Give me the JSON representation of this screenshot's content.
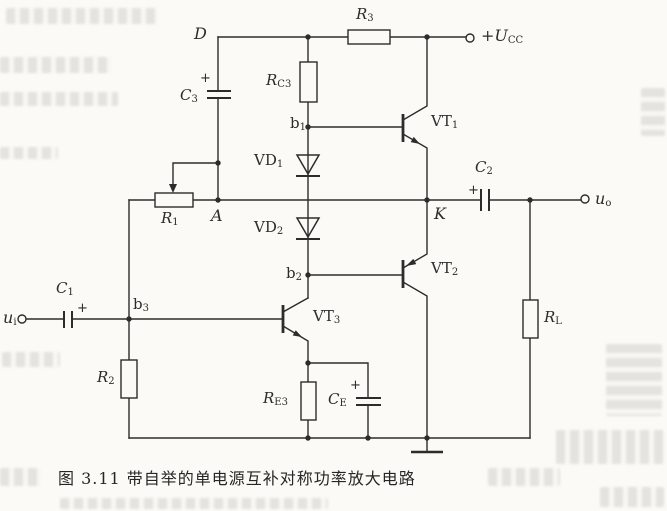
{
  "figure": {
    "caption": "图 3.11  带自举的单电源互补对称功率放大电路"
  },
  "colors": {
    "ink": "#2e2c2a",
    "paper": "#fbfaf6"
  },
  "polarity": "+",
  "components": {
    "r3": {
      "label": "R",
      "sub": "3"
    },
    "rc3": {
      "label": "R",
      "sub": "C3"
    },
    "r1": {
      "label": "R",
      "sub": "1"
    },
    "r2": {
      "label": "R",
      "sub": "2"
    },
    "re3": {
      "label": "R",
      "sub": "E3"
    },
    "rl": {
      "label": "R",
      "sub": "L"
    },
    "c1": {
      "label": "C",
      "sub": "1"
    },
    "c2": {
      "label": "C",
      "sub": "2"
    },
    "c3": {
      "label": "C",
      "sub": "3"
    },
    "ce": {
      "label": "C",
      "sub": "E"
    },
    "vd1": {
      "label": "VD",
      "sub": "1"
    },
    "vd2": {
      "label": "VD",
      "sub": "2"
    },
    "vt1": {
      "label": "VT",
      "sub": "1"
    },
    "vt2": {
      "label": "VT",
      "sub": "2"
    },
    "vt3": {
      "label": "VT",
      "sub": "3"
    }
  },
  "nodes": {
    "d": "D",
    "a": "A",
    "k": "K",
    "b1": {
      "label": "b",
      "sub": "1"
    },
    "b2": {
      "label": "b",
      "sub": "2"
    },
    "b3": {
      "label": "b",
      "sub": "3"
    }
  },
  "terminals": {
    "ucc": {
      "prefix": "+",
      "label": "U",
      "sub": "CC"
    },
    "ui": {
      "label": "u",
      "sub": "i"
    },
    "uo": {
      "label": "u",
      "sub": "o"
    }
  }
}
